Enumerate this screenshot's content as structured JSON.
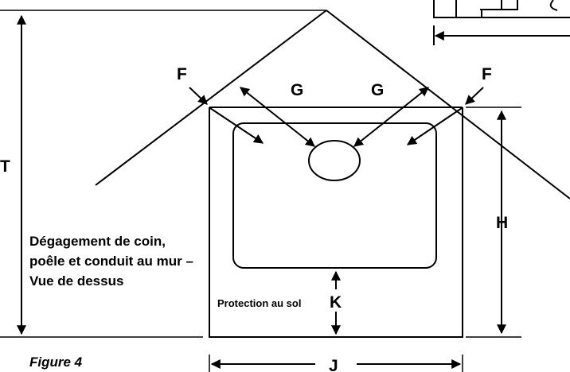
{
  "labels": {
    "F_left": "F",
    "F_right": "F",
    "G_left": "G",
    "G_right": "G",
    "T": "T",
    "H": "H",
    "K": "K",
    "J": "J"
  },
  "caption": {
    "line1": "Dégagement de coin,",
    "line2": "poêle et conduit au mur –",
    "line3": "Vue de dessus"
  },
  "floor_protection": "Protection au sol",
  "figure_label": "Figure 4",
  "colors": {
    "ink": "#000000",
    "background": "#ffffff"
  }
}
